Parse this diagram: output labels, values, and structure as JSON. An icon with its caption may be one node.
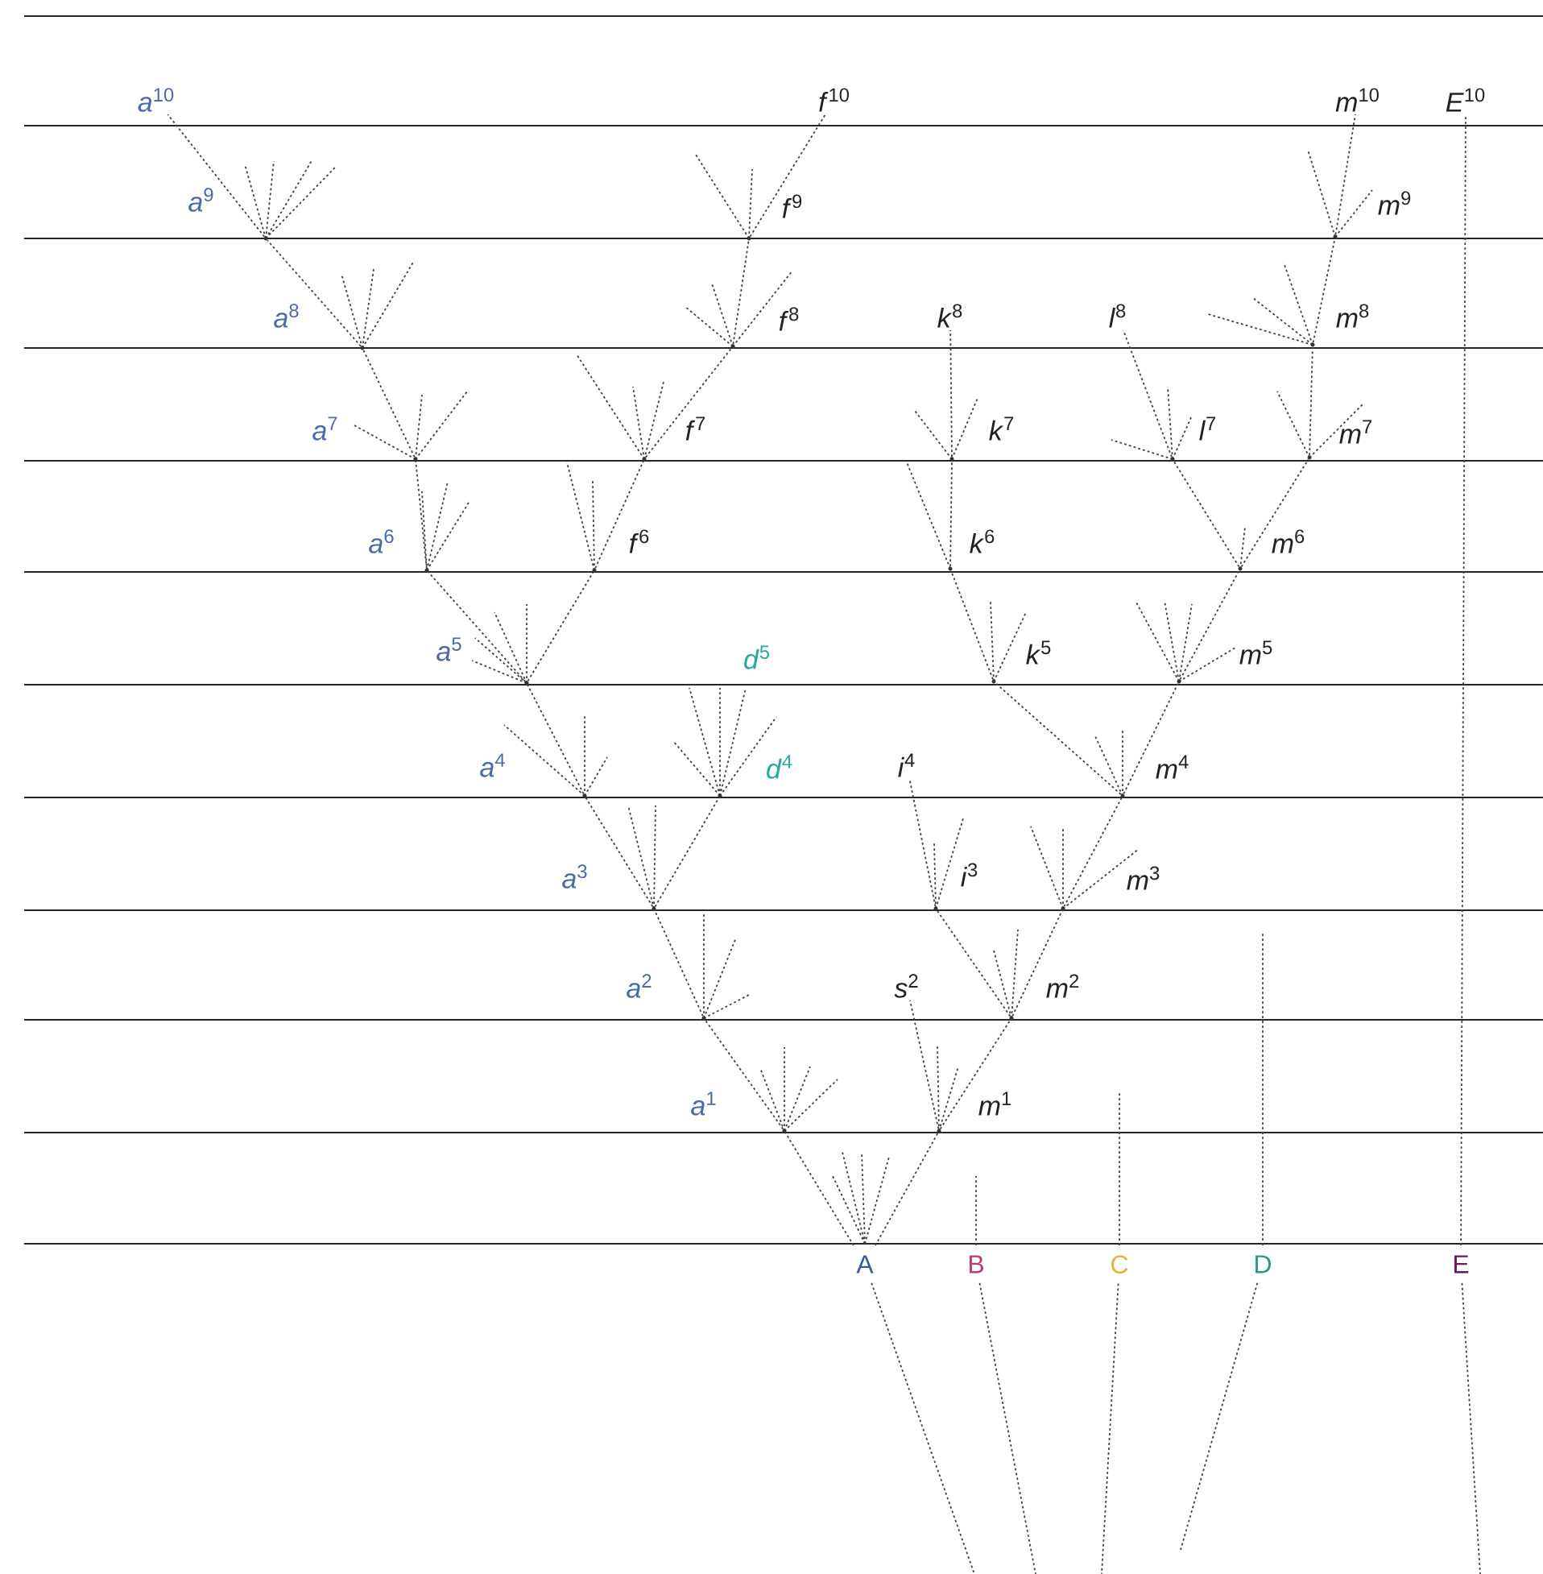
{
  "diagram": {
    "nodes": [
      {
        "text": [
          "*a*$^{10}$"
        ]
      },
      {
        "text": [
          "*f*$^{10}$"
        ]
      },
      {
        "text": [
          "*m*$^{10}$"
        ]
      },
      {
        "text": [
          "*E*$^{10}$"
        ]
      },
      {
        "text": [
          "*a*$^{9}$"
        ]
      },
      {
        "text": [
          "*f*$^{9}$"
        ]
      },
      {
        "text": [
          "*m*$^{9}$"
        ]
      },
      {
        "text": [
          "*a*$^{8}$"
        ]
      },
      {
        "text": [
          "*f*$^{8}$"
        ]
      },
      {
        "text": [
          "*k*$^{8}$"
        ]
      },
      {
        "text": [
          "*l*$^{8}$"
        ]
      },
      {
        "text": [
          "*m*$^{8}$"
        ]
      },
      {
        "text": [
          "*a*$^{7}$"
        ]
      },
      {
        "text": [
          "*f*$^{7}$"
        ]
      },
      {
        "text": [
          "*k*$^{7}$"
        ]
      },
      {
        "text": [
          "*l*$^{7}$"
        ]
      },
      {
        "text": [
          "*m*$^{7}$"
        ]
      },
      {
        "text": [
          "*a*$^{6}$"
        ]
      },
      {
        "text": [
          "*f*$^{6}$"
        ]
      },
      {
        "text": [
          "*k*$^{6}$"
        ]
      },
      {
        "text": [
          "*m*$^{6}$"
        ]
      },
      {
        "text": [
          "*a*$^{5}$"
        ]
      },
      {
        "text": [
          "*d*$^{5}$"
        ]
      },
      {
        "text": [
          "*k*$^{5}$"
        ]
      },
      {
        "text": [
          "*m*$^{5}$"
        ]
      },
      {
        "text": [
          "*a*$^{4}$"
        ]
      },
      {
        "text": [
          "*d*$^{4}$"
        ]
      },
      {
        "text": [
          "*i*$^{4}$"
        ]
      },
      {
        "text": [
          "*m*$^{4}$"
        ]
      },
      {
        "text": [
          "*a*$^{3}$"
        ]
      },
      {
        "text": [
          "*i*$^{3}$"
        ]
      },
      {
        "text": [
          "*m*$^{3}$"
        ]
      },
      {
        "text": [
          "*a*$^{2}$"
        ]
      },
      {
        "text": [
          "*s*$^{2}$"
        ]
      },
      {
        "text": [
          "*m*$^{2}$"
        ]
      },
      {
        "text": [
          "*a*$^{1}$"
        ]
      },
      {
        "text": [
          "*m*$^{1}$"
        ]
      },
      {
        "text": [
          "A"
        ]
      },
      {
        "text": [
          "B"
        ]
      },
      {
        "text": [
          "C"
        ]
      },
      {
        "text": [
          "D"
        ]
      },
      {
        "text": [
          "E"
        ]
      }
    ],
    "edges": [
      {
        "from": 37,
        "to": 35,
        "arrow": "none"
      },
      {
        "from": 37,
        "to": 36,
        "arrow": "none"
      },
      {
        "from": 35,
        "to": 32,
        "arrow": "none"
      },
      {
        "from": 32,
        "to": 29,
        "arrow": "none"
      },
      {
        "from": 29,
        "to": 25,
        "arrow": "none"
      },
      {
        "from": 29,
        "to": 26,
        "arrow": "none"
      },
      {
        "from": 25,
        "to": 21,
        "arrow": "none"
      },
      {
        "from": 21,
        "to": 17,
        "arrow": "none"
      },
      {
        "from": 21,
        "to": 18,
        "arrow": "none"
      },
      {
        "from": 17,
        "to": 12,
        "arrow": "none"
      },
      {
        "from": 12,
        "to": 7,
        "arrow": "none"
      },
      {
        "from": 7,
        "to": 4,
        "arrow": "none"
      },
      {
        "from": 4,
        "to": 0,
        "arrow": "none"
      },
      {
        "from": 18,
        "to": 13,
        "arrow": "none"
      },
      {
        "from": 13,
        "to": 8,
        "arrow": "none"
      },
      {
        "from": 8,
        "to": 5,
        "arrow": "none"
      },
      {
        "from": 5,
        "to": 1,
        "arrow": "none"
      },
      {
        "from": 36,
        "to": 33,
        "arrow": "none"
      },
      {
        "from": 36,
        "to": 34,
        "arrow": "none"
      },
      {
        "from": 34,
        "to": 30,
        "arrow": "none"
      },
      {
        "from": 30,
        "to": 27,
        "arrow": "none"
      },
      {
        "from": 34,
        "to": 31,
        "arrow": "none"
      },
      {
        "from": 31,
        "to": 28,
        "arrow": "none"
      },
      {
        "from": 28,
        "to": 23,
        "arrow": "none"
      },
      {
        "from": 28,
        "to": 24,
        "arrow": "none"
      },
      {
        "from": 23,
        "to": 19,
        "arrow": "none"
      },
      {
        "from": 19,
        "to": 14,
        "arrow": "none"
      },
      {
        "from": 14,
        "to": 9,
        "arrow": "none"
      },
      {
        "from": 24,
        "to": 20,
        "arrow": "none"
      },
      {
        "from": 20,
        "to": 15,
        "arrow": "none"
      },
      {
        "from": 15,
        "to": 10,
        "arrow": "none"
      },
      {
        "from": 20,
        "to": 16,
        "arrow": "none"
      },
      {
        "from": 16,
        "to": 11,
        "arrow": "none"
      },
      {
        "from": 11,
        "to": 6,
        "arrow": "none"
      },
      {
        "from": 6,
        "to": 2,
        "arrow": "none"
      },
      {
        "from": 41,
        "to": 3,
        "arrow": "none"
      },
      {
        "from": 38,
        "to": null,
        "arrow": "none"
      },
      {
        "from": 39,
        "to": null,
        "arrow": "none"
      },
      {
        "from": 40,
        "to": null,
        "arrow": "none"
      },
      {
        "from": 37,
        "to": null,
        "arrow": "none"
      },
      {
        "from": 38,
        "to": null,
        "arrow": "none"
      },
      {
        "from": 39,
        "to": null,
        "arrow": "none"
      },
      {
        "from": 40,
        "to": null,
        "arrow": "none"
      },
      {
        "from": 41,
        "to": null,
        "arrow": "none"
      }
    ]
  }
}
